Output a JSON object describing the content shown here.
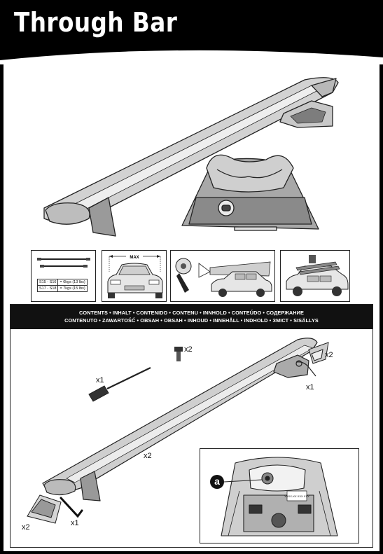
{
  "header": {
    "title": "Through Bar"
  },
  "weights": [
    {
      "model": "S15 - S16",
      "limit": "= 6kgs (13 lbs)"
    },
    {
      "model": "S17 - S18",
      "limit": "= 7kgs (15 lbs)"
    }
  ],
  "max_label": "MAX",
  "contents": {
    "line1": "CONTENTS • INHALT • CONTENIDO • CONTENU • INNHOLD • CONTEÚDO • СОДЕРЖАНИЕ",
    "line2": "CONTENUTO • ZAWARTOŚĆ • OBSAH • OBSAH • INHOUD • INNEHÅLL • INDHOLD • ЗМІСТ • SISÄLLYS"
  },
  "quantities": {
    "bolt": "x2",
    "screwdriver": "x1",
    "end_cap": "x2",
    "key": "x1",
    "bar": "x2",
    "foot_cover": "x2",
    "allen_key": "x1"
  },
  "callout": "a",
  "detail_label": "XXXX-XX XXX XXX"
}
